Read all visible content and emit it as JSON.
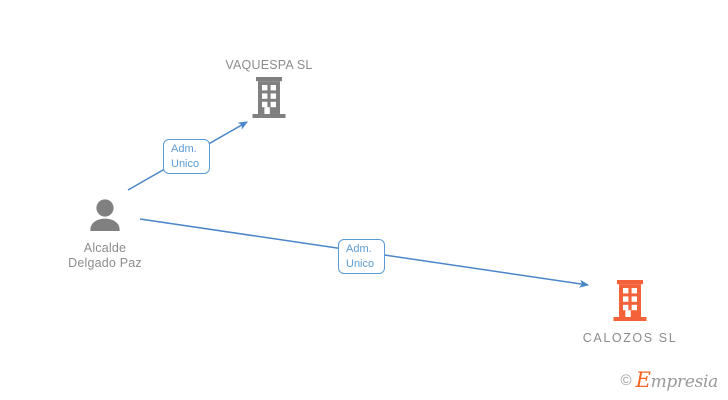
{
  "diagram": {
    "type": "relationship-graph",
    "background_color": "#ffffff",
    "nodes": [
      {
        "id": "person",
        "icon": "person-icon",
        "icon_color": "#808080",
        "label": "Alcalde\nDelgado Paz",
        "label_color": "#8c8c8c"
      },
      {
        "id": "vaquespa",
        "icon": "building-icon",
        "icon_color": "#808080",
        "label": "VAQUESPA SL",
        "label_color": "#8c8c8c"
      },
      {
        "id": "calozos",
        "icon": "building-icon",
        "icon_color": "#f4623a",
        "label": "CALOZOS  SL",
        "label_color": "#8c8c8c"
      }
    ],
    "edges": [
      {
        "id": "edge-person-vaquespa",
        "from": "person",
        "to": "vaquespa",
        "label": "Adm.\nUnico",
        "color": "#4a86c8"
      },
      {
        "id": "edge-person-calozos",
        "from": "person",
        "to": "calozos",
        "label": "Adm.\nUnico",
        "color": "#4a86c8"
      }
    ]
  },
  "watermark": {
    "copyright": "©",
    "brand_first": "E",
    "brand_rest": "mpresia",
    "brand_accent_color": "#f26522",
    "brand_color": "#9a9a9a"
  }
}
